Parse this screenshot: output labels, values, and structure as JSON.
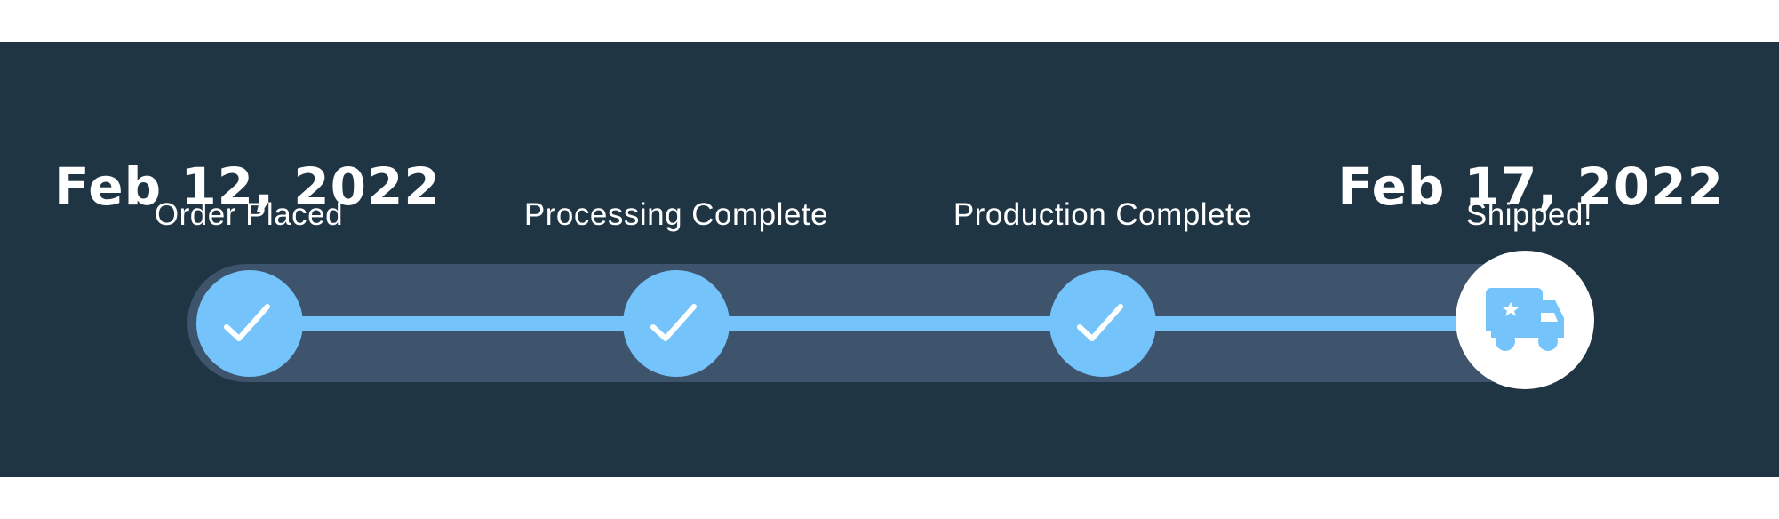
{
  "timeline": {
    "start_date": "Feb 12, 2022",
    "end_date": "Feb 17, 2022",
    "steps": [
      {
        "label": "Order Placed",
        "status": "complete",
        "icon": "check-icon"
      },
      {
        "label": "Processing Complete",
        "status": "complete",
        "icon": "check-icon"
      },
      {
        "label": "Production Complete",
        "status": "complete",
        "icon": "check-icon"
      },
      {
        "label": "Shipped!",
        "status": "current",
        "icon": "delivery-truck-icon"
      }
    ]
  },
  "colors": {
    "background": "#203544",
    "track": "#3e546d",
    "accent": "#74c3fb",
    "text": "#ffffff"
  }
}
